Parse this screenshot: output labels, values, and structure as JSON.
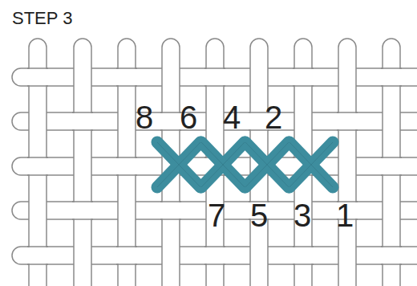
{
  "diagram": {
    "title": "STEP 3",
    "labels": [
      "8",
      "6",
      "4",
      "2",
      "7",
      "5",
      "3",
      "1"
    ]
  }
}
